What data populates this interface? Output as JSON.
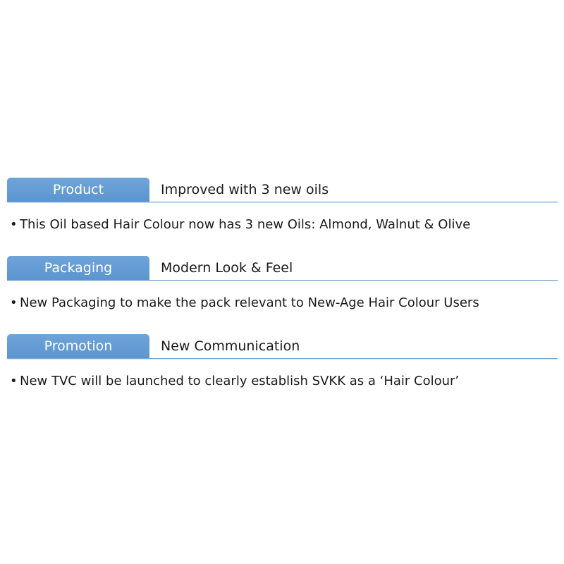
{
  "sections": [
    {
      "tab": "Product",
      "heading": "Improved with 3 new oils",
      "bullet": "This Oil based Hair Colour now has 3 new Oils: Almond, Walnut & Olive"
    },
    {
      "tab": "Packaging",
      "heading": "Modern Look & Feel",
      "bullet": "New Packaging to make the pack relevant to New-Age Hair Colour Users"
    },
    {
      "tab": "Promotion",
      "heading": "New Communication",
      "bullet": "New TVC will be launched to clearly establish SVKK as a ‘Hair Colour’"
    }
  ],
  "bullet_symbol": "•",
  "colors": {
    "tab_fill": "#5b94cf",
    "rule": "#7aa6cf",
    "text": "#1a1a1a"
  }
}
